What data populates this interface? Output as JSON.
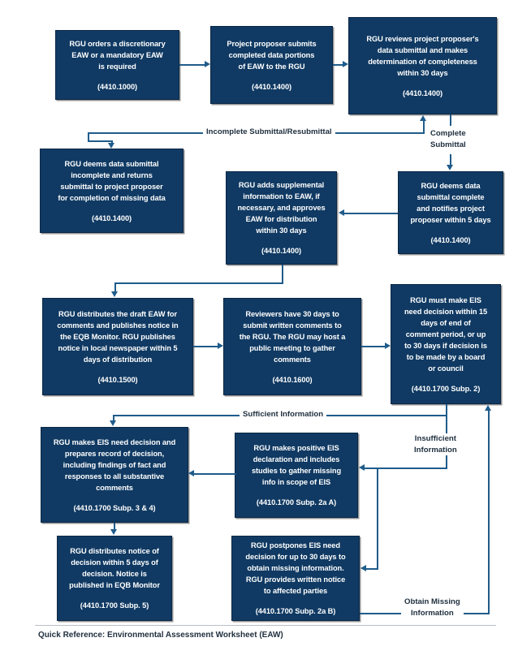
{
  "diagram": {
    "title": "Quick Reference: Environmental Assessment Worksheet (EAW)",
    "colors": {
      "node_fill": "#103A63",
      "node_text": "#ffffff",
      "connector": "#1F5C8B",
      "label_text": "#20303f",
      "background": "#ffffff"
    },
    "nodes": [
      {
        "id": "n1",
        "body": "RGU orders a discretionary\nEAW or a mandatory EAW\nis required",
        "cite": "(4410.1000)"
      },
      {
        "id": "n2",
        "body": "Project proposer submits\ncompleted data portions\nof EAW to the RGU",
        "cite": "(4410.1400)"
      },
      {
        "id": "n3",
        "body": "RGU reviews project proposer's\ndata submittal and makes\ndetermination of completeness\nwithin 30 days",
        "cite": "(4410.1400)"
      },
      {
        "id": "n4",
        "body": "RGU deems data submittal\nincomplete and returns\nsubmittal to project proposer\nfor completion of missing data",
        "cite": "(4410.1400)"
      },
      {
        "id": "n5",
        "body": "RGU adds supplemental\ninformation to EAW, if\nnecessary, and approves\nEAW for distribution\nwithin 30 days",
        "cite": "(4410.1400)"
      },
      {
        "id": "n6",
        "body": "RGU deems data\nsubmittal complete\nand notifies project\nproposer within 5 days",
        "cite": "(4410.1400)"
      },
      {
        "id": "n7",
        "body": "RGU distributes the draft EAW for\ncomments and publishes notice in\nthe EQB Monitor. RGU publishes\nnotice in local newspaper within 5\ndays of distribution",
        "cite": "(4410.1500)"
      },
      {
        "id": "n8",
        "body": "Reviewers have 30 days to\nsubmit written comments to\nthe RGU. The RGU may host a\npublic meeting to gather\ncomments",
        "cite": "(4410.1600)"
      },
      {
        "id": "n9",
        "body": "RGU must make EIS\nneed decision within 15\ndays of end of\ncomment period, or up\nto 30 days if decision is\nto be made by a board\nor council",
        "cite": "(4410.1700 Subp. 2)"
      },
      {
        "id": "n10",
        "body": "RGU makes EIS need decision and\nprepares record of decision,\nincluding findings of fact and\nresponses to all substantive\ncomments",
        "cite": "(4410.1700 Subp. 3 & 4)"
      },
      {
        "id": "n11",
        "body": "RGU makes positive EIS\ndeclaration and includes\nstudies to gather missing\ninfo in scope of EIS",
        "cite": "(4410.1700 Subp. 2a A)"
      },
      {
        "id": "n12",
        "body": "RGU distributes notice of\ndecision within 5 days of\ndecision. Notice is\npublished in EQB Monitor",
        "cite": "(4410.1700 Subp. 5)"
      },
      {
        "id": "n13",
        "body": "RGU postpones EIS need\ndecision for up to 30 days to\nobtain missing information.\nRGU provides written notice\nto affected parties",
        "cite": "(4410.1700 Subp. 2a B)"
      }
    ],
    "edge_labels": [
      {
        "id": "e1",
        "text": "Incomplete Submittal/Resubmittal"
      },
      {
        "id": "e2",
        "text": "Complete\nSubmittal"
      },
      {
        "id": "e3",
        "text": "Sufficient Information"
      },
      {
        "id": "e4",
        "text": "Insufficient\nInformation"
      },
      {
        "id": "e5",
        "text": "Obtain Missing\nInformation"
      }
    ]
  }
}
